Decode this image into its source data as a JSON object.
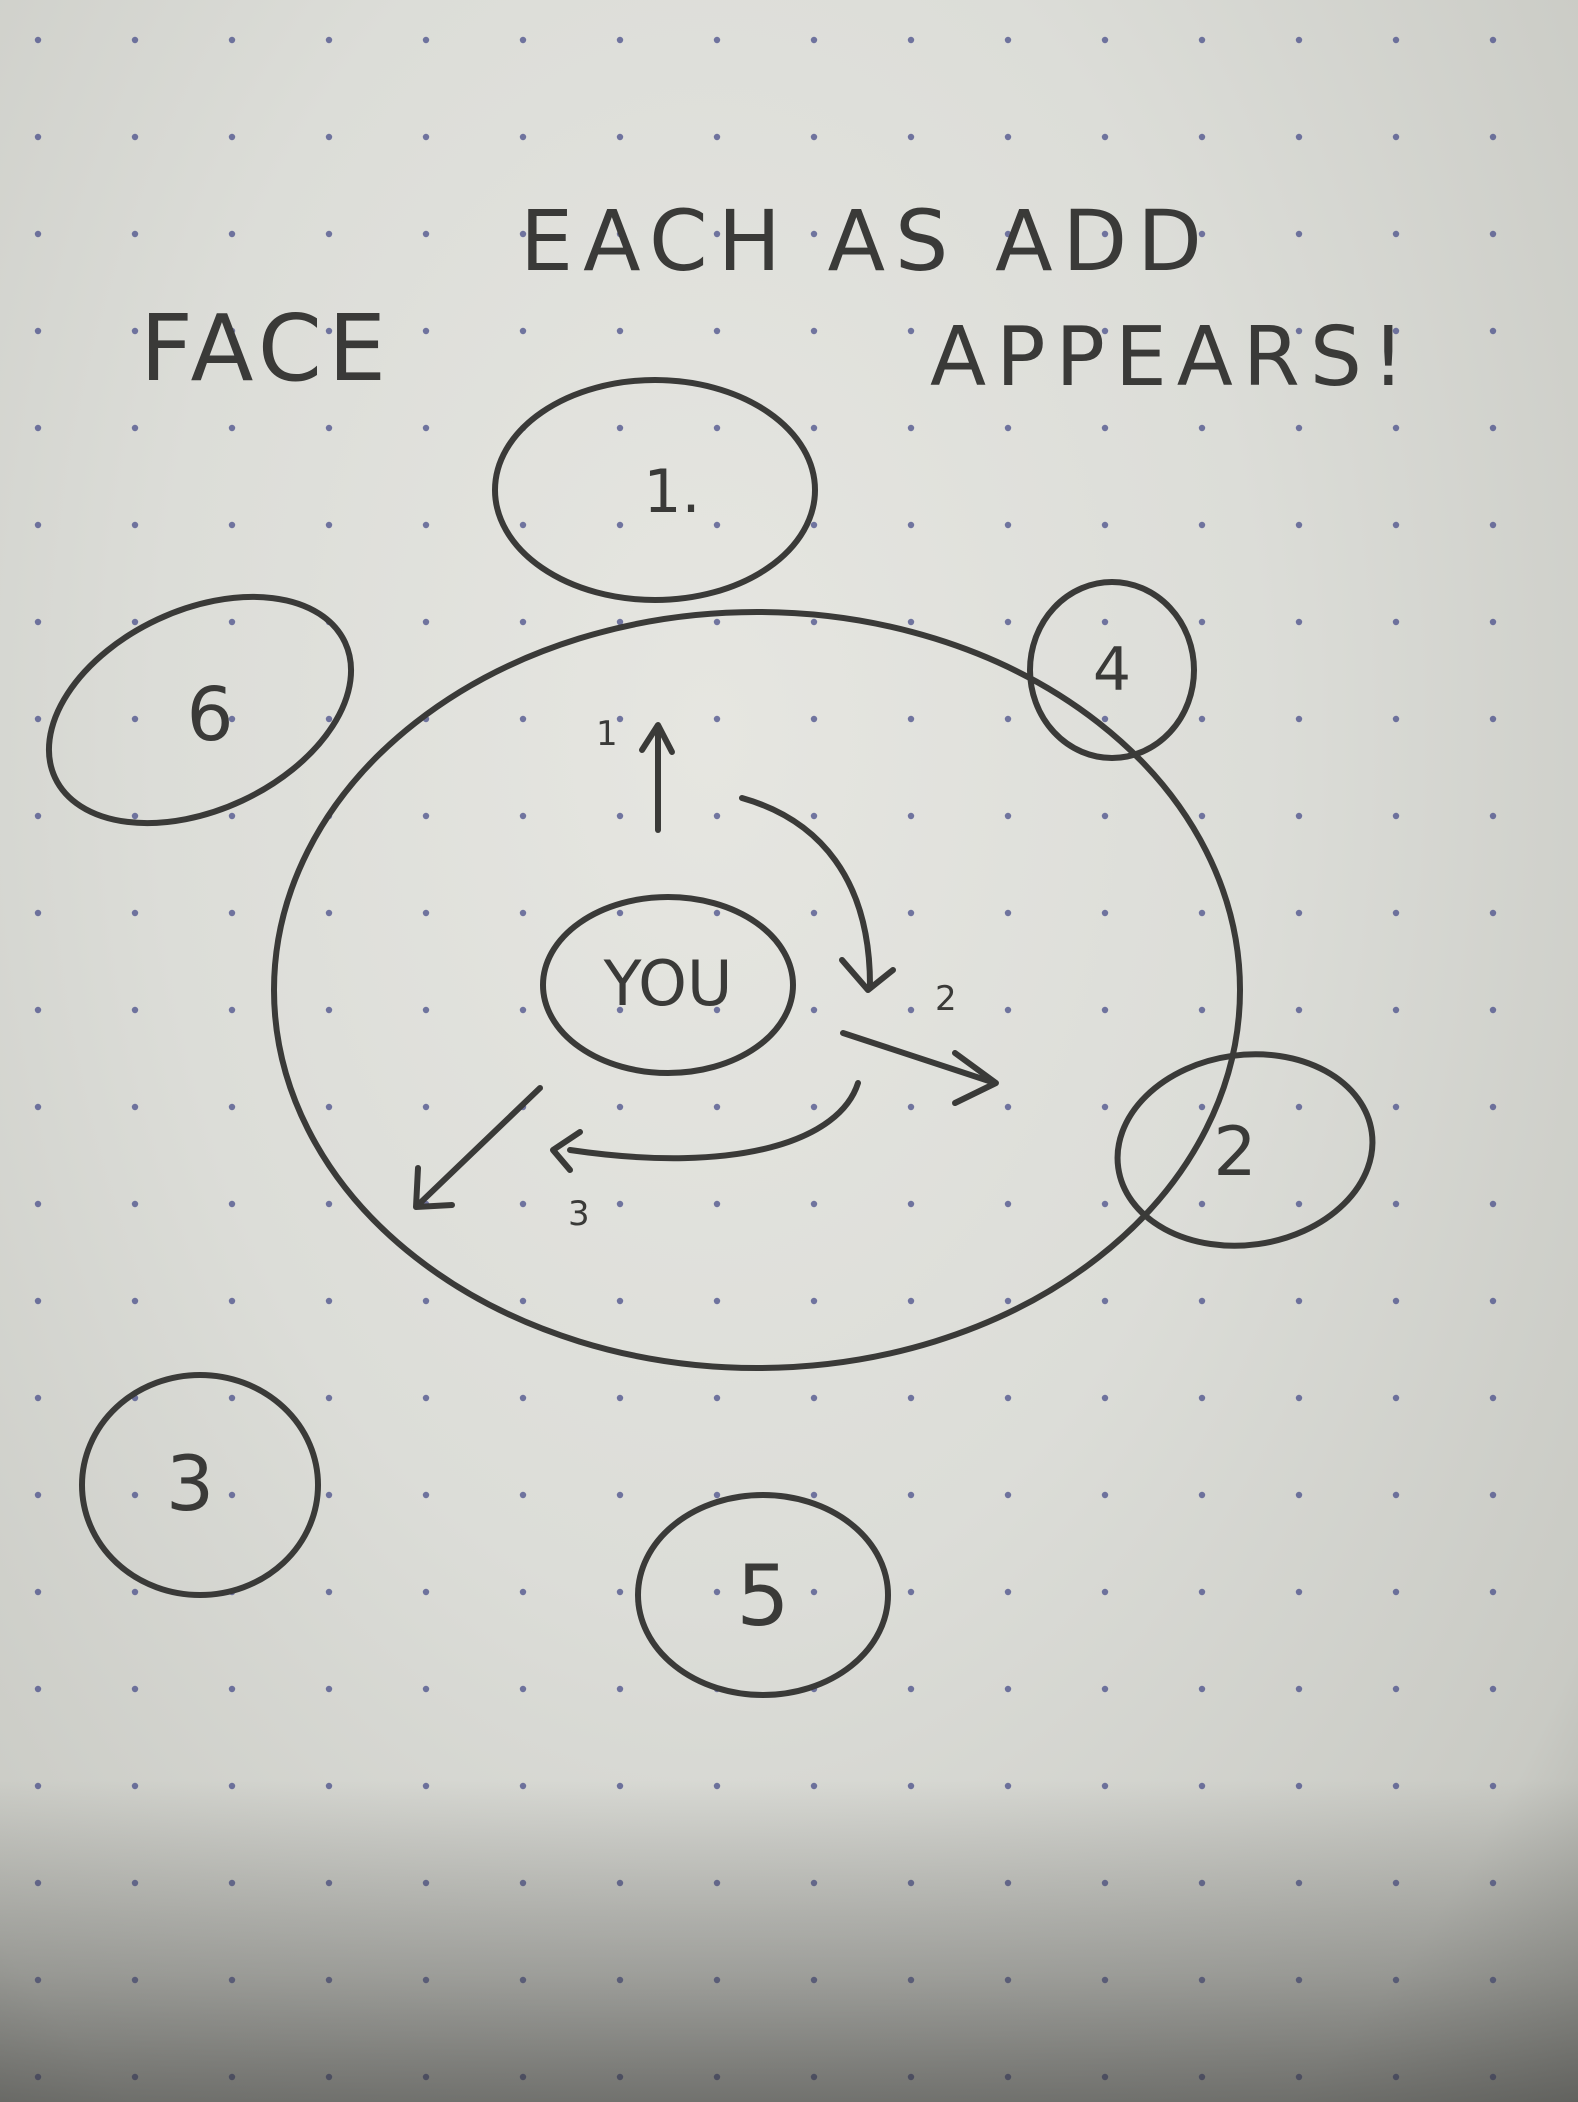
{
  "diagram": {
    "title_line1": "EACH AS ADD",
    "title_line2_left": "FACE",
    "title_line2_right": "APPEARS!",
    "center_label": "YOU",
    "positions": [
      "1.",
      "2",
      "3",
      "4",
      "5",
      "6"
    ],
    "arrow_numbers": [
      "1",
      "2",
      "3"
    ]
  },
  "colors": {
    "paper": "#dcddd8",
    "ink": "#3a3a38",
    "dots": "#4a4f8a"
  }
}
